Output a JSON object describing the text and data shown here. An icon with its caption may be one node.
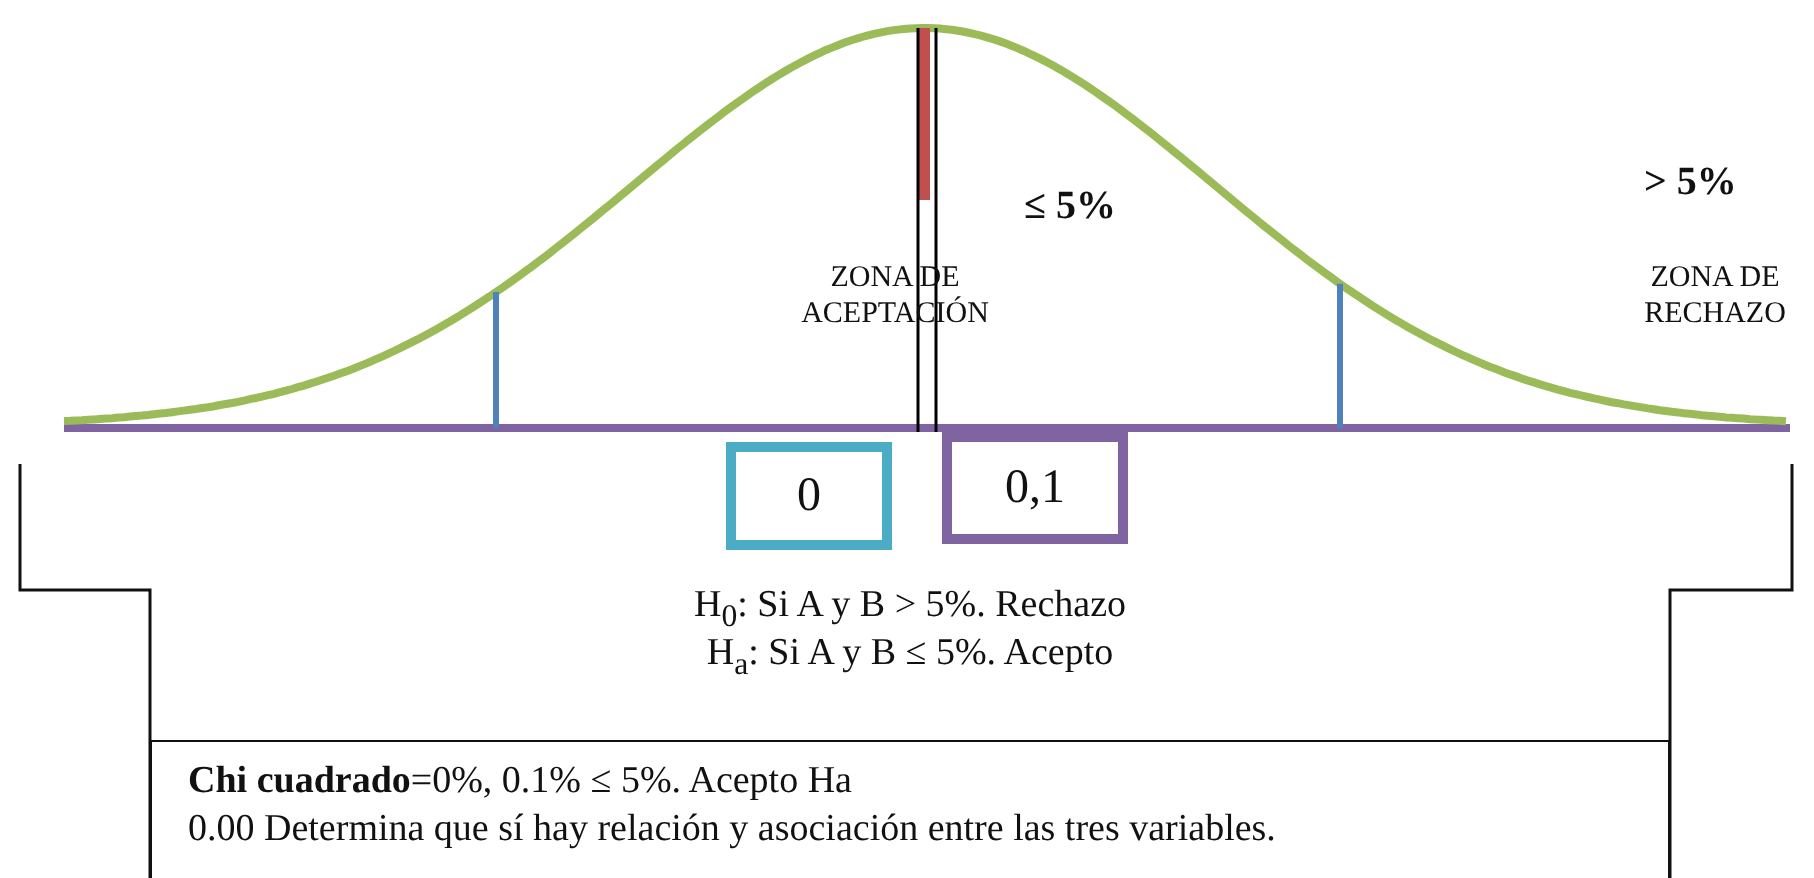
{
  "diagram": {
    "nodes": [
      {
        "text": [
          "0"
        ]
      },
      {
        "text": [
          "0,1"
        ]
      },
      {
        "text": [
          "**Chi cuadrado**=0%, 0.1% ≤ 5%. Acepto Ha",
          "0.00 Determina que sí hay relación y asociación entre las tres variables."
        ]
      }
    ],
    "labels": [
      "≤ 5%",
      "> 5%",
      "ZONA DE ACEPTACIÓN",
      "ZONA DE RECHAZO",
      "H$_{0}$: Si A y B > 5%. Rechazo",
      "H$_{a}$: Si A y B ≤ 5%. Acepto"
    ]
  }
}
